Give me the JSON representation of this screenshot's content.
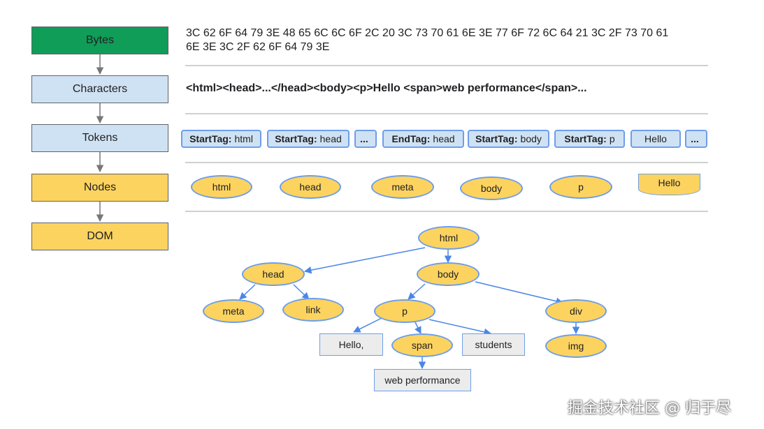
{
  "pipeline": {
    "bytes": "Bytes",
    "characters": "Characters",
    "tokens": "Tokens",
    "nodes": "Nodes",
    "dom": "DOM"
  },
  "bytes_line1": "3C 62 6F 64 79 3E 48 65 6C 6C 6F 2C 20 3C 73 70 61 6E 3E 77 6F 72 6C 64 21 3C 2F 73 70 61",
  "bytes_line2": "6E 3E 3C 2F 62 6F 64 79 3E",
  "characters_text": "<html><head>...</head><body><p>Hello <span>web performance</span>...",
  "tokens": [
    {
      "kind": "StartTag:",
      "name": "html"
    },
    {
      "kind": "StartTag:",
      "name": "head"
    },
    {
      "kind": "",
      "name": "..."
    },
    {
      "kind": "EndTag:",
      "name": "head"
    },
    {
      "kind": "StartTag:",
      "name": "body"
    },
    {
      "kind": "StartTag:",
      "name": "p"
    },
    {
      "kind": "",
      "name": "Hello"
    },
    {
      "kind": "",
      "name": "..."
    }
  ],
  "nodes": [
    "html",
    "head",
    "meta",
    "body",
    "p",
    "Hello"
  ],
  "dom_tree": {
    "html": "html",
    "head": "head",
    "body": "body",
    "meta": "meta",
    "link": "link",
    "p": "p",
    "div": "div",
    "hello": "Hello,",
    "span": "span",
    "students": "students",
    "img": "img",
    "web_performance": "web performance"
  },
  "colors": {
    "green": "#0f9d58",
    "light_blue": "#cfe2f3",
    "yellow": "#fcd35f",
    "blue_stroke": "#6d9eeb",
    "arrow_gray": "#777777"
  },
  "watermark": "掘金技术社区 @ 归于尽"
}
